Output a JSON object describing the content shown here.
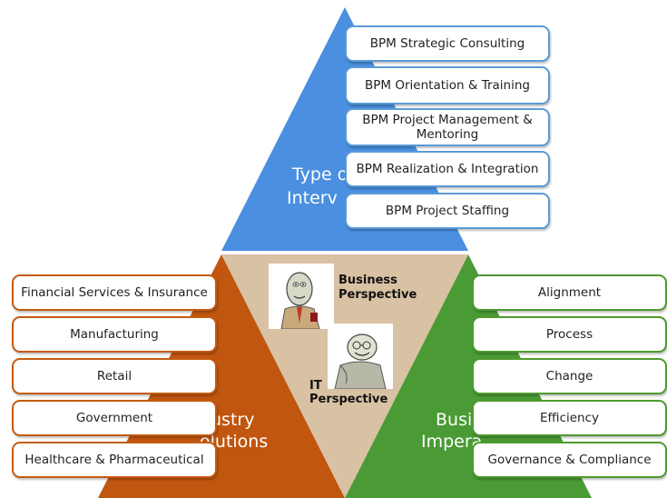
{
  "colors": {
    "top_triangle": "#4a8fe0",
    "left_triangle": "#c0560f",
    "right_triangle": "#4a9b35",
    "center_triangle": "#d9c1a3",
    "blue_border": "#5b9bd5",
    "orange_border": "#c55a11",
    "green_border": "#4e9a2e"
  },
  "top": {
    "line1": "Type o",
    "line2": "Interv",
    "items": [
      "BPM Strategic Consulting",
      "BPM Orientation & Training",
      "BPM Project Management & Mentoring",
      "BPM Realization & Integration",
      "BPM Project Staffing"
    ]
  },
  "left": {
    "line1": "ustry",
    "line2": "olutions",
    "items": [
      "Financial Services & Insurance",
      "Manufacturing",
      "Retail",
      "Government",
      "Healthcare & Pharmaceutical"
    ]
  },
  "right": {
    "line1": "Busi",
    "line2": "Impera",
    "items": [
      "Alignment",
      "Process",
      "Change",
      "Efficiency",
      "Governance & Compliance"
    ]
  },
  "center": {
    "business_line1": "Business",
    "business_line2": "Perspective",
    "it_line1": "IT",
    "it_line2": "Perspective",
    "business_avatar_icon": "businessman-cartoon-icon",
    "it_avatar_icon": "it-person-cartoon-icon"
  }
}
